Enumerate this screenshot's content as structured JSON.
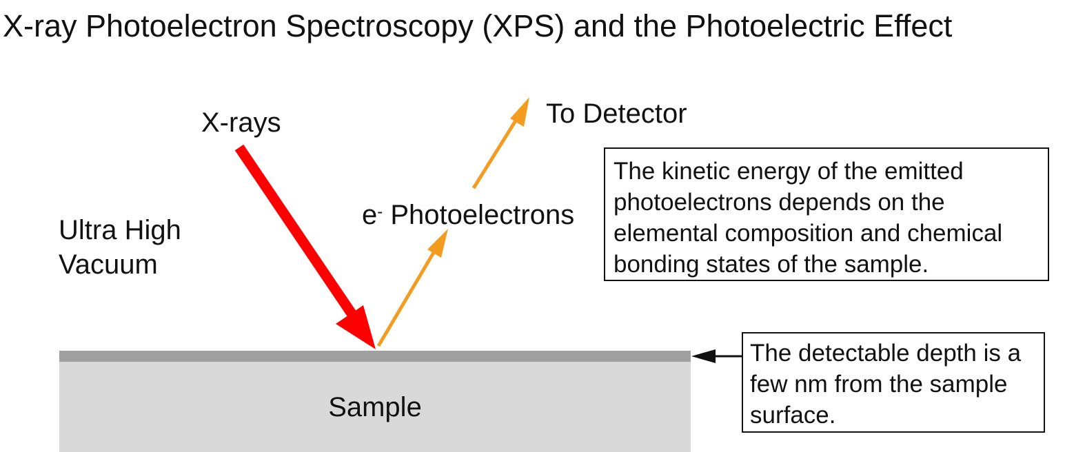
{
  "title": "X-ray Photoelectron Spectroscopy (XPS) and the Photoelectric Effect",
  "labels": {
    "xrays": "X-rays",
    "detector": "To Detector",
    "photoelectron_symbol": "e",
    "photoelectron_charge": "-",
    "photoelectrons": " Photoelectrons",
    "vacuum_line1": "Ultra High",
    "vacuum_line2": "Vacuum",
    "sample": "Sample"
  },
  "info_box": {
    "lines": [
      "The kinetic energy of the emitted",
      "photoelectrons depends on the",
      "elemental composition and chemical",
      "bonding states of the sample."
    ]
  },
  "depth_box": {
    "lines": [
      "The detectable depth is a",
      "few nm from the sample",
      "surface."
    ]
  },
  "colors": {
    "xray_arrow": "#ff0000",
    "photoelectron_arrow": "#f39c1f",
    "surface_layer": "#a0a0a0",
    "sample": "#d9d9d9",
    "pointer_arrow": "#111111"
  }
}
